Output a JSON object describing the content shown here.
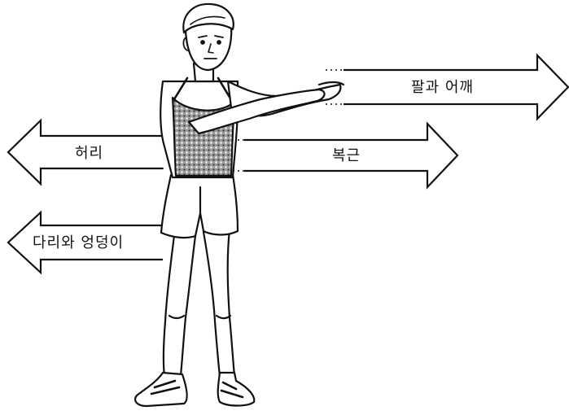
{
  "labels": {
    "arms_shoulders": "팔과 어깨",
    "abdomen": "복근",
    "waist": "허리",
    "legs_hips": "다리와 엉덩이"
  },
  "colors": {
    "line": "#111111",
    "background": "#ffffff",
    "vest_pattern": "#555555"
  }
}
